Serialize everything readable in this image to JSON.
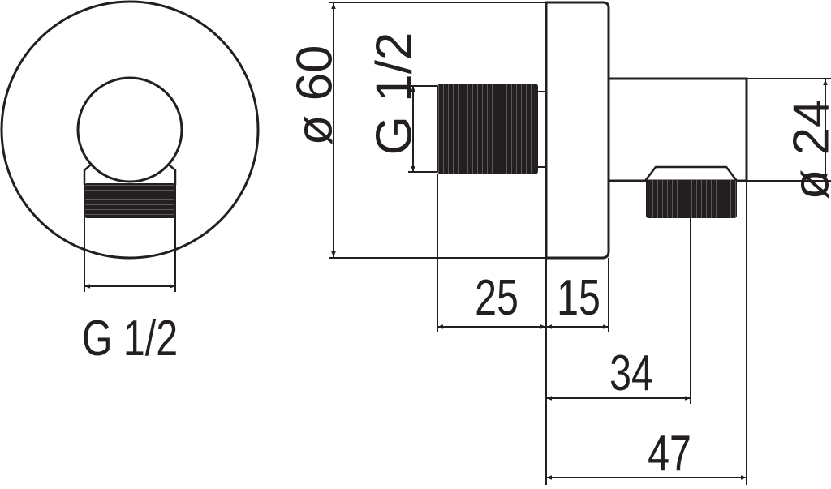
{
  "colors": {
    "line": "#231f20",
    "background": "#ffffff"
  },
  "labels": {
    "front_thread": "G 1/2",
    "side_thread": "G 1/2",
    "flange_diameter": "ø 60",
    "outlet_diameter": "ø 24",
    "thread_length": "25",
    "flange_depth": "15",
    "outlet_offset": "34",
    "total_depth": "47"
  }
}
